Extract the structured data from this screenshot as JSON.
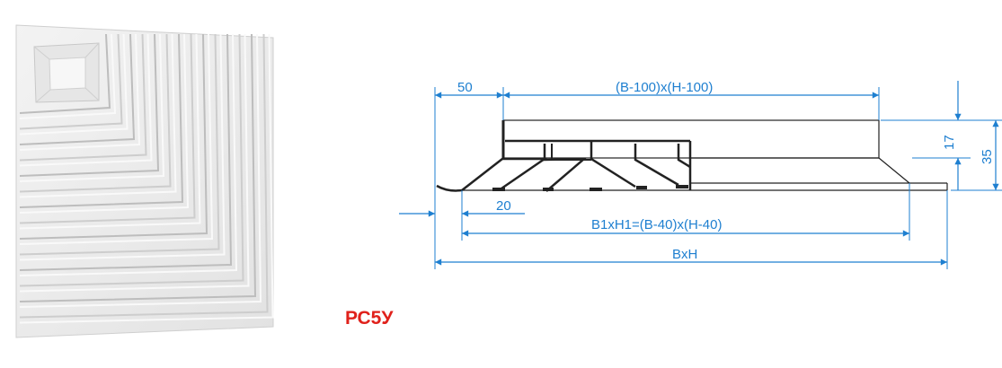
{
  "product": {
    "model": "РС5У"
  },
  "dimensions": {
    "offset_top": "50",
    "inner_size": "(B-100)x(H-100)",
    "offset_bottom": "20",
    "b1_size": "B1xH1=(B-40)x(H-40)",
    "overall_size": "BxH",
    "height_small": "17",
    "height_total": "35"
  },
  "colors": {
    "dimension_lines": "#1e7fd0",
    "model_label": "#e0211b",
    "outline": "#222222"
  }
}
